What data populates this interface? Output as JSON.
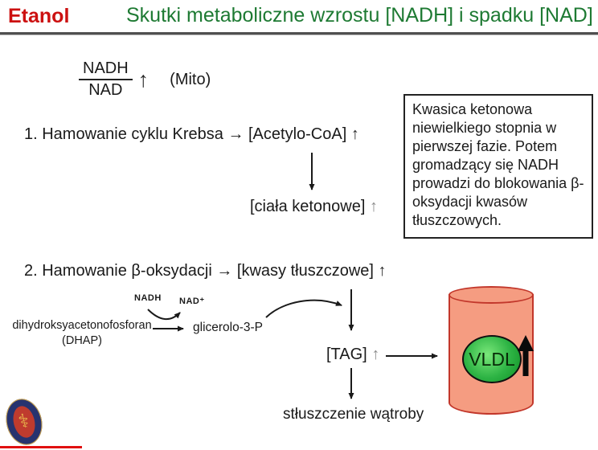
{
  "header": {
    "lead": "Etanol",
    "title": "Skutki metaboliczne wzrostu [NADH] i spadku [NAD]"
  },
  "ratio": {
    "numerator": "NADH",
    "denominator": "NAD",
    "up_arrow": "↑",
    "context": "(Mito)"
  },
  "point1": {
    "text": "1. Hamowanie cyklu Krebsa → [Acetylo-CoA]",
    "up_arrow": "↑"
  },
  "ketone_bodies": {
    "text": "[ciała ketonowe]",
    "up_arrow": "↑"
  },
  "note_box": {
    "text": "Kwasica ketonowa niewielkiego stopnia w pierwszej fazie. Potem gromadzący się NADH prowadzi do blokowania β-oksydacji kwasów tłuszczowych."
  },
  "point2": {
    "text": "2. Hamowanie β-oksydacji → [kwasy tłuszczowe]",
    "up_arrow": "↑"
  },
  "glycerol_pathway": {
    "cofactor_from": "NADH",
    "cofactor_to": "NAD⁺",
    "substrate": "dihydroksyacetonofosforan",
    "substrate_abbr": "(DHAP)",
    "product": "glicerolo-3-P"
  },
  "tag": {
    "text": "[TAG]",
    "up_arrow": "↑"
  },
  "vldl": {
    "label": "VLDL"
  },
  "outcome": {
    "text": "stłuszczenie wątroby"
  },
  "logo": {
    "symbol": "⚕"
  },
  "colors": {
    "lead_red": "#cc1111",
    "title_green": "#1e7a33",
    "rule_gray": "#4f4f4f",
    "cylinder_fill": "#f59c81",
    "cylinder_border": "#c2372b",
    "vldl_green": "#2db344",
    "gray_arrow": "#8c8c8c",
    "bottom_line_red": "#e01010"
  }
}
